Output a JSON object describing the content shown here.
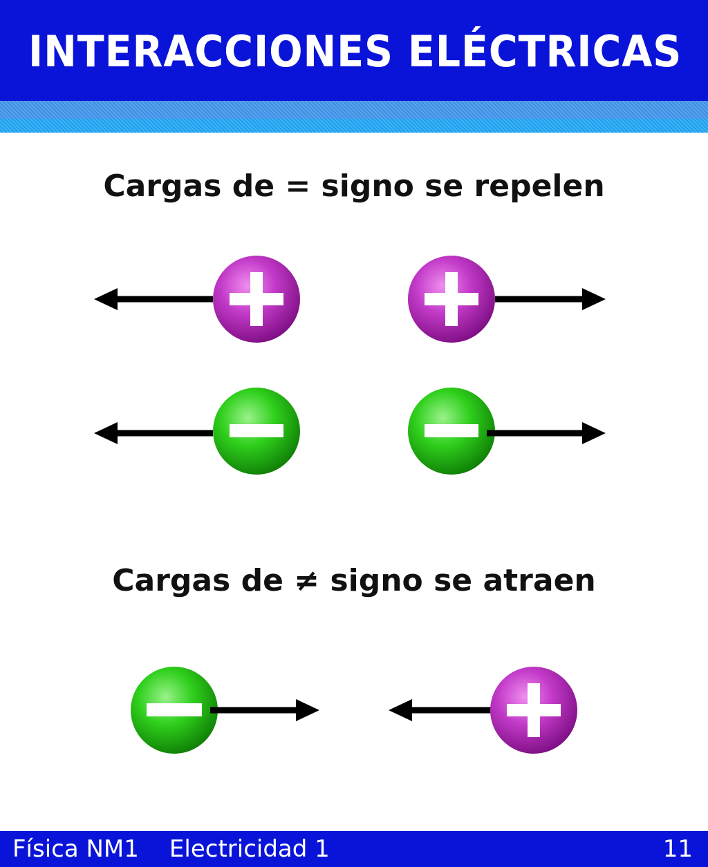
{
  "header": {
    "title": "INTERACCIONES ELÉCTRICAS"
  },
  "sections": {
    "repel_title": "Cargas de = signo se repelen",
    "attract_title": "Cargas de ≠ signo se atraen"
  },
  "footer": {
    "course": "Física NM1",
    "unit": "Electricidad 1",
    "page": "11"
  },
  "colors": {
    "header_bg": "#0a14d8",
    "positive_charge": "#b21fb8",
    "negative_charge": "#1fbf10",
    "arrow": "#000000"
  },
  "charges": [
    {
      "id": "repel-pos-left",
      "sign": "positive",
      "force": "left"
    },
    {
      "id": "repel-pos-right",
      "sign": "positive",
      "force": "right"
    },
    {
      "id": "repel-neg-left",
      "sign": "negative",
      "force": "left"
    },
    {
      "id": "repel-neg-right",
      "sign": "negative",
      "force": "right"
    },
    {
      "id": "attract-neg",
      "sign": "negative",
      "force": "right"
    },
    {
      "id": "attract-pos",
      "sign": "positive",
      "force": "left"
    }
  ]
}
